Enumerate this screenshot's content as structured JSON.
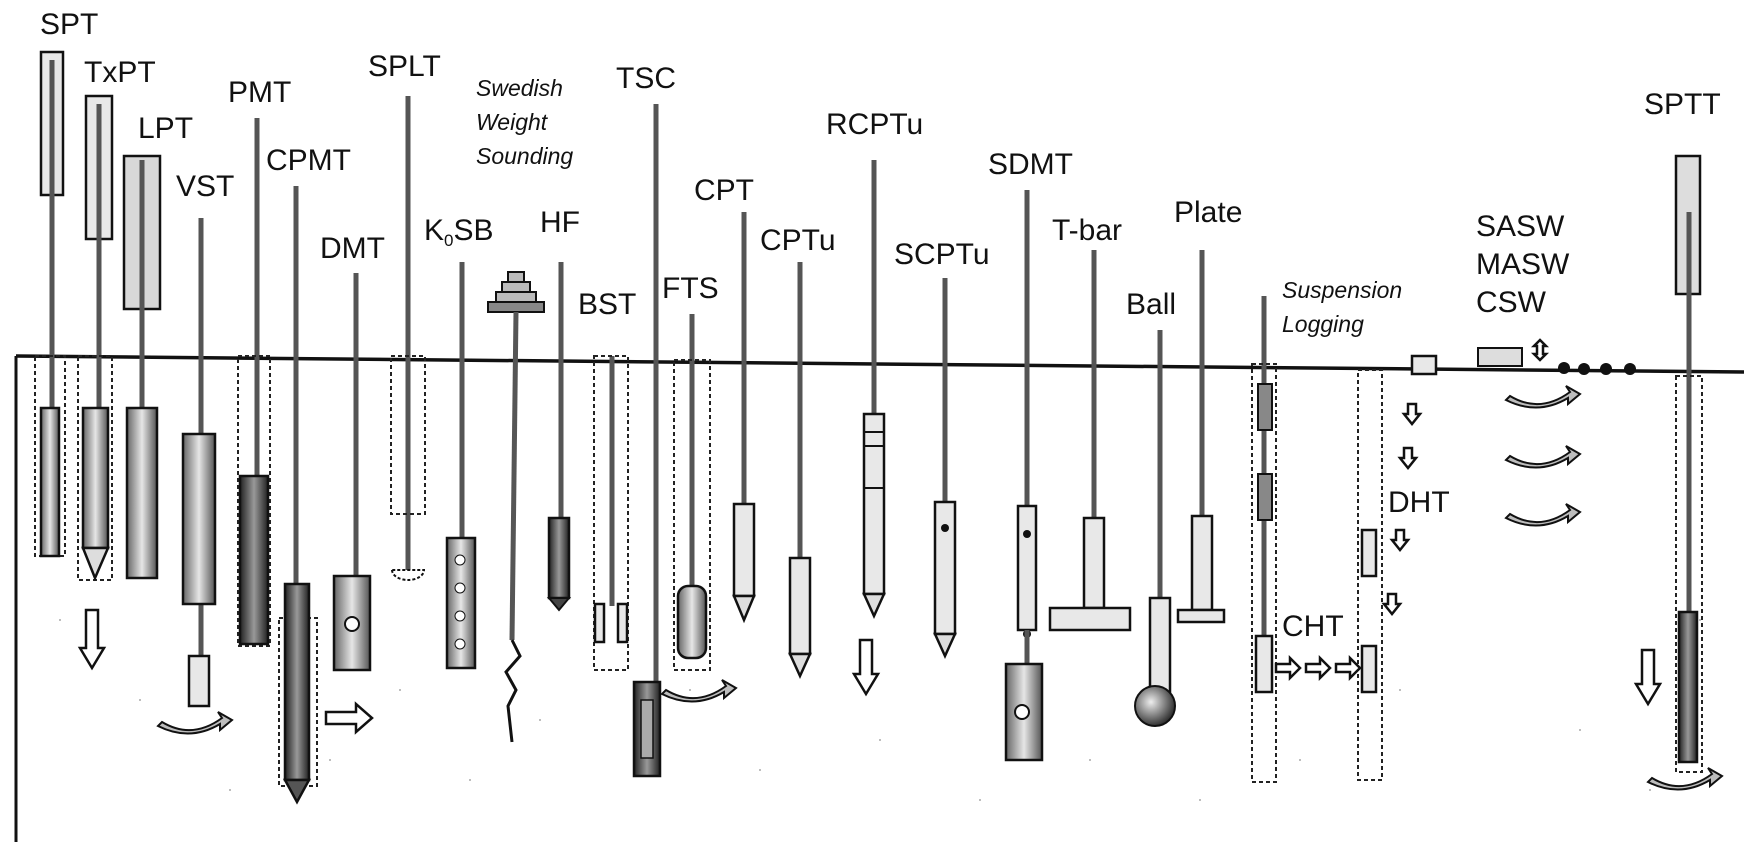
{
  "labels": {
    "spt": "SPT",
    "txpt": "TxPT",
    "lpt": "LPT",
    "vst": "VST",
    "pmt": "PMT",
    "cpmt": "CPMT",
    "dmt": "DMT",
    "splt": "SPLT",
    "k0sb_main": "K",
    "k0sb_sub": "0",
    "k0sb_tail": "SB",
    "sws_1": "Swedish",
    "sws_2": "Weight",
    "sws_3": "Sounding",
    "hf": "HF",
    "bst": "BST",
    "tsc": "TSC",
    "fts": "FTS",
    "cpt": "CPT",
    "cptu": "CPTu",
    "rcptu": "RCPTu",
    "scptu": "SCPTu",
    "sdmt": "SDMT",
    "tbar": "T-bar",
    "ball": "Ball",
    "plate": "Plate",
    "susp_1": "Suspension",
    "susp_2": "Logging",
    "cht": "CHT",
    "dht": "DHT",
    "sasw": "SASW",
    "masw": "MASW",
    "csw": "CSW",
    "sptt": "SPTT"
  }
}
